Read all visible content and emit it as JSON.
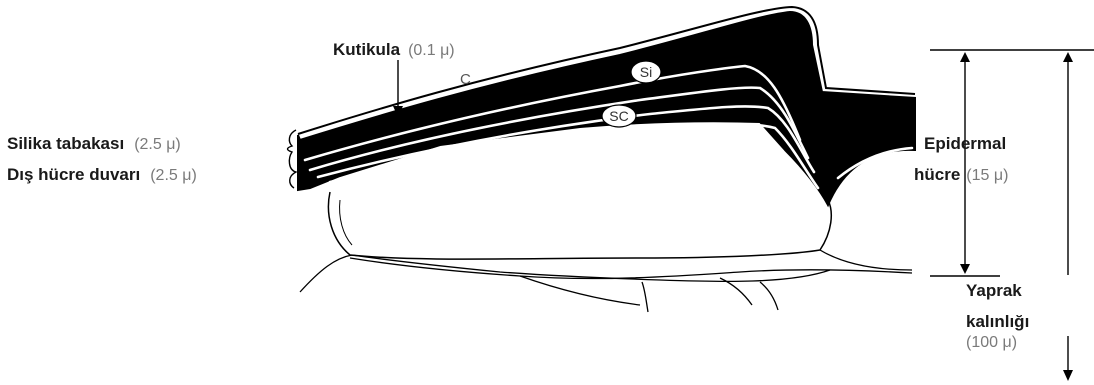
{
  "labels": {
    "cuticle": "Kutikula",
    "cuticle_value": "(0.1 μ)",
    "silica_layer": "Silika tabakası",
    "silica_value": "(2.5 μ)",
    "outer_wall": "Dış hücre duvarı",
    "outer_wall_value": "(2.5 μ)",
    "epidermal_line1": "Epidermal",
    "epidermal_line2": "hücre",
    "epidermal_value": "(15 μ)",
    "leaf_line1": "Yaprak",
    "leaf_line2": "kalınlığı",
    "leaf_value": "(100 μ)"
  },
  "markers": {
    "c": "C",
    "si": "Si",
    "sc": "SC"
  },
  "colors": {
    "ink": "#000000",
    "label": "#1a1a1a",
    "unit": "#7a7a7a"
  }
}
